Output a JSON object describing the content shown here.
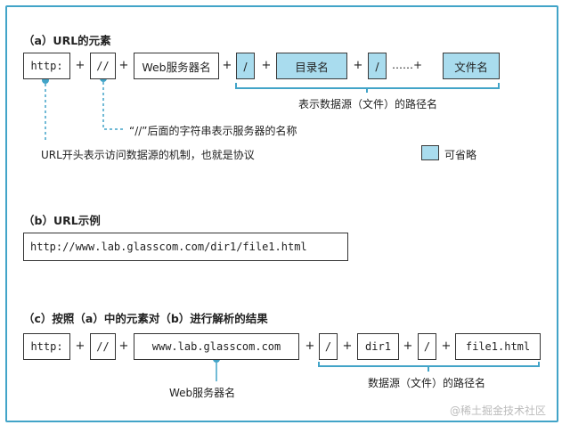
{
  "section_a": {
    "title": "（a）URL的元素",
    "box_http": "http:",
    "box_slashes": "//",
    "box_webserver": "Web服务器名",
    "box_slash1": "/",
    "box_dir": "目录名",
    "box_slash2": "/",
    "ellipsis": "……+",
    "box_file": "文件名",
    "path_caption": "表示数据源（文件）的路径名",
    "slashes_note": "“//”后面的字符串表示服务器的名称",
    "http_note": "URL开头表示访问数据源的机制，也就是协议",
    "legend_label": "可省略",
    "plus": "+"
  },
  "section_b": {
    "title": "（b）URL示例",
    "example_url": "http://www.lab.glasscom.com/dir1/file1.html"
  },
  "section_c": {
    "title": "（c）按照（a）中的元素对（b）进行解析的结果",
    "box_http": "http:",
    "box_slashes": "//",
    "box_host": "www.lab.glasscom.com",
    "box_slash1": "/",
    "box_dir": "dir1",
    "box_slash2": "/",
    "box_file": "file1.html",
    "host_caption": "Web服务器名",
    "path_caption": "数据源（文件）的路径名",
    "plus": "+"
  },
  "watermark": "@稀土掘金技术社区",
  "colors": {
    "accent": "#42a4c8",
    "optional_fill": "#a9dcee"
  }
}
